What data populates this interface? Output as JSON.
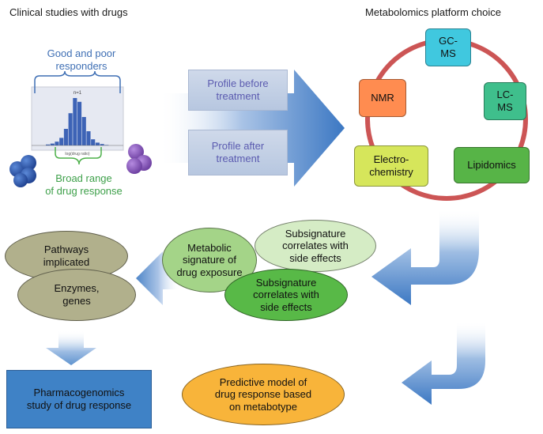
{
  "titles": {
    "clinical": "Clinical studies with drugs",
    "platform": "Metabolomics platform choice"
  },
  "responders_label": "Good and poor\nresponders",
  "broad_range_label": "Broad range\nof drug response",
  "histogram_title": "n=1",
  "histogram_axis_label": "log(drug ratio)",
  "profiles": {
    "before": "Profile before\ntreatment",
    "after": "Profile after\ntreatment"
  },
  "platforms": {
    "gcms": "GC-\nMS",
    "lcms": "LC-\nMS",
    "nmr": "NMR",
    "lipidomics": "Lipidomics",
    "electrochemistry": "Electro-\nchemistry"
  },
  "signatures": {
    "metabolic": "Metabolic\nsignature of\ndrug exposure",
    "sub1": "Subsignature\ncorrelates with\nside effects",
    "sub2": "Subsignature\ncorrelates with\nside effects"
  },
  "outcomes": {
    "pathways": "Pathways\nimplicated",
    "enzymes": "Enzymes,\ngenes",
    "pharmacogenomics": "Pharmacogenomics\nstudy of drug response",
    "predictive": "Predictive model of\ndrug response based\non metabotype"
  },
  "colors": {
    "gcms": "#40c8df",
    "lcms": "#3fbf8c",
    "nmr": "#ff8c50",
    "lipidomics": "#57b447",
    "electrochemistry": "#d6e65b",
    "ring": "#cc5555",
    "arrow_blue": "#3c78c3",
    "ellipse_olive": "#b1b08c",
    "ellipse_green_light": "#a4d488",
    "ellipse_green_pale": "#d5ecc5",
    "ellipse_green": "#58b947",
    "ellipse_orange": "#f8b43a",
    "bracket_blue": "#3f6fb4",
    "bracket_green": "#4db04a",
    "label_blue": "#3f6fb4",
    "label_green": "#3ea04a"
  },
  "chart_data": {
    "type": "bar",
    "title": "n=1",
    "xlabel": "log(drug ratio)",
    "ylabel": "",
    "values": [
      2,
      4,
      8,
      16,
      35,
      68,
      100,
      92,
      60,
      30,
      13,
      6,
      3,
      1
    ]
  }
}
